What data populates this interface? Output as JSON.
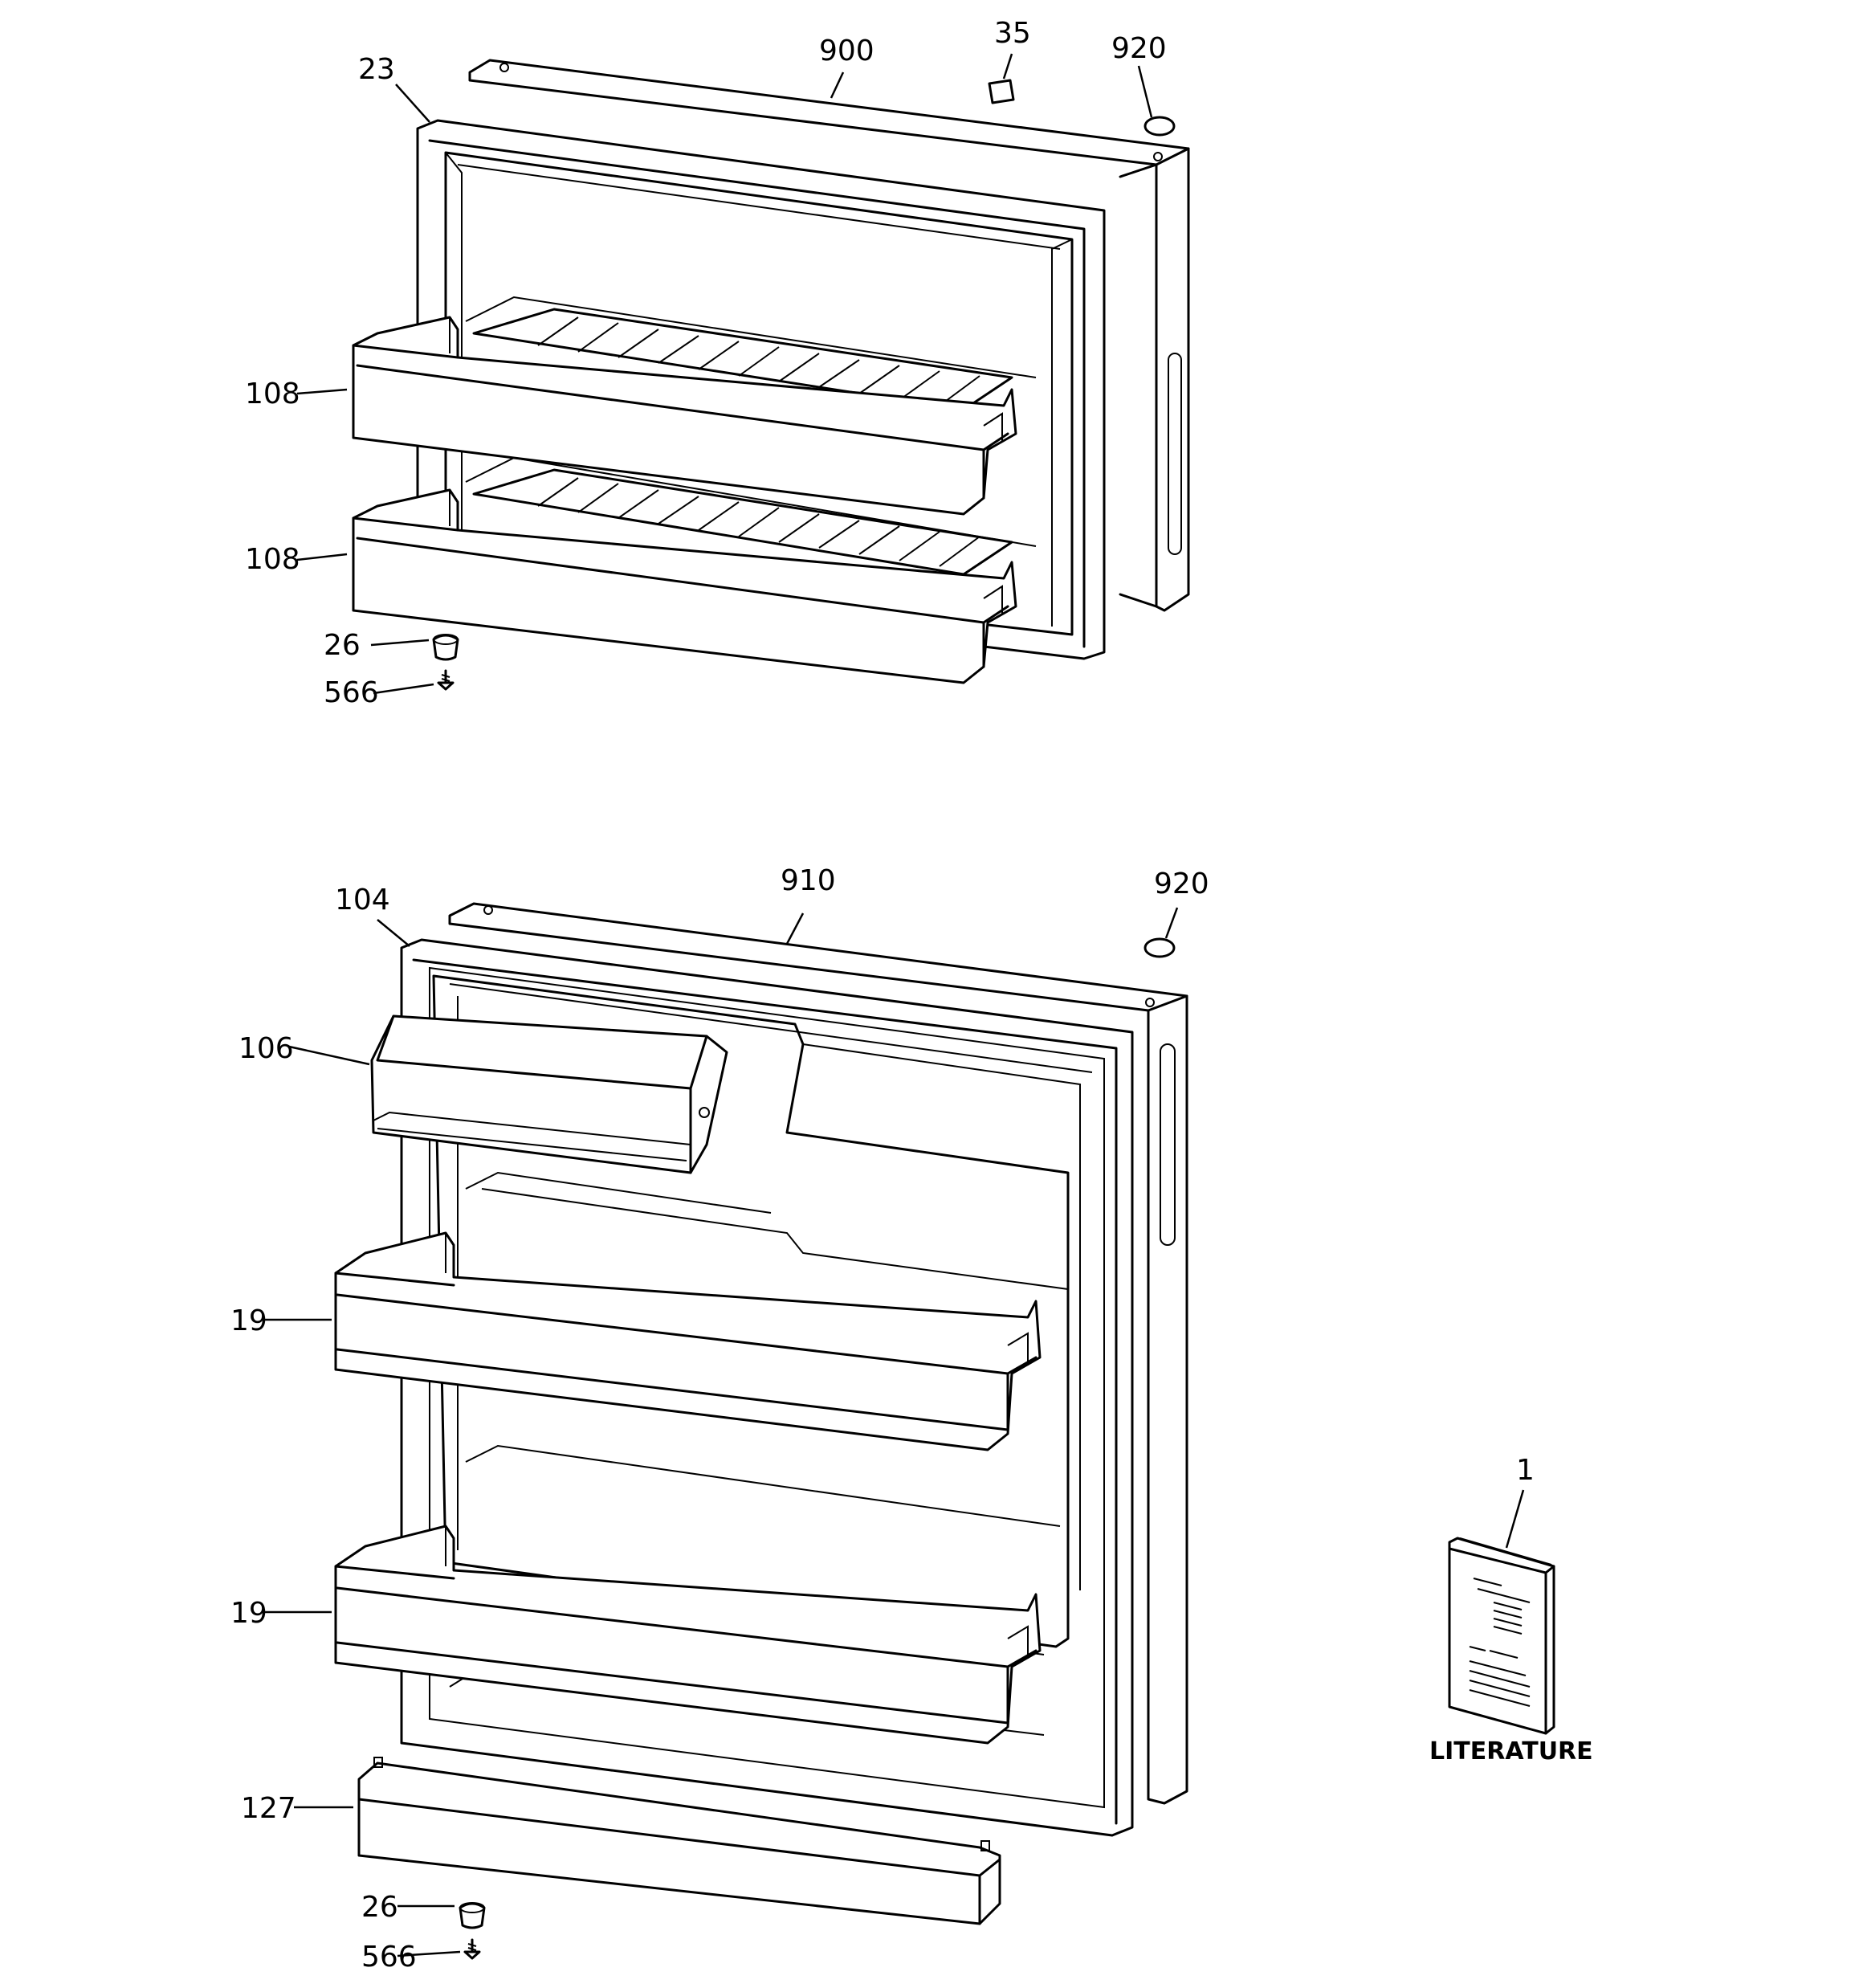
{
  "labels": {
    "top_door": {
      "l23": "23",
      "l900": "900",
      "l35": "35",
      "l920": "920",
      "l108a": "108",
      "l108b": "108",
      "l26": "26",
      "l566": "566"
    },
    "bottom_door": {
      "l104": "104",
      "l910": "910",
      "l920": "920",
      "l106": "106",
      "l19a": "19",
      "l19b": "19",
      "l127": "127",
      "l26": "26",
      "l566": "566"
    },
    "literature": {
      "l1": "1",
      "caption": "LITERATURE"
    }
  }
}
